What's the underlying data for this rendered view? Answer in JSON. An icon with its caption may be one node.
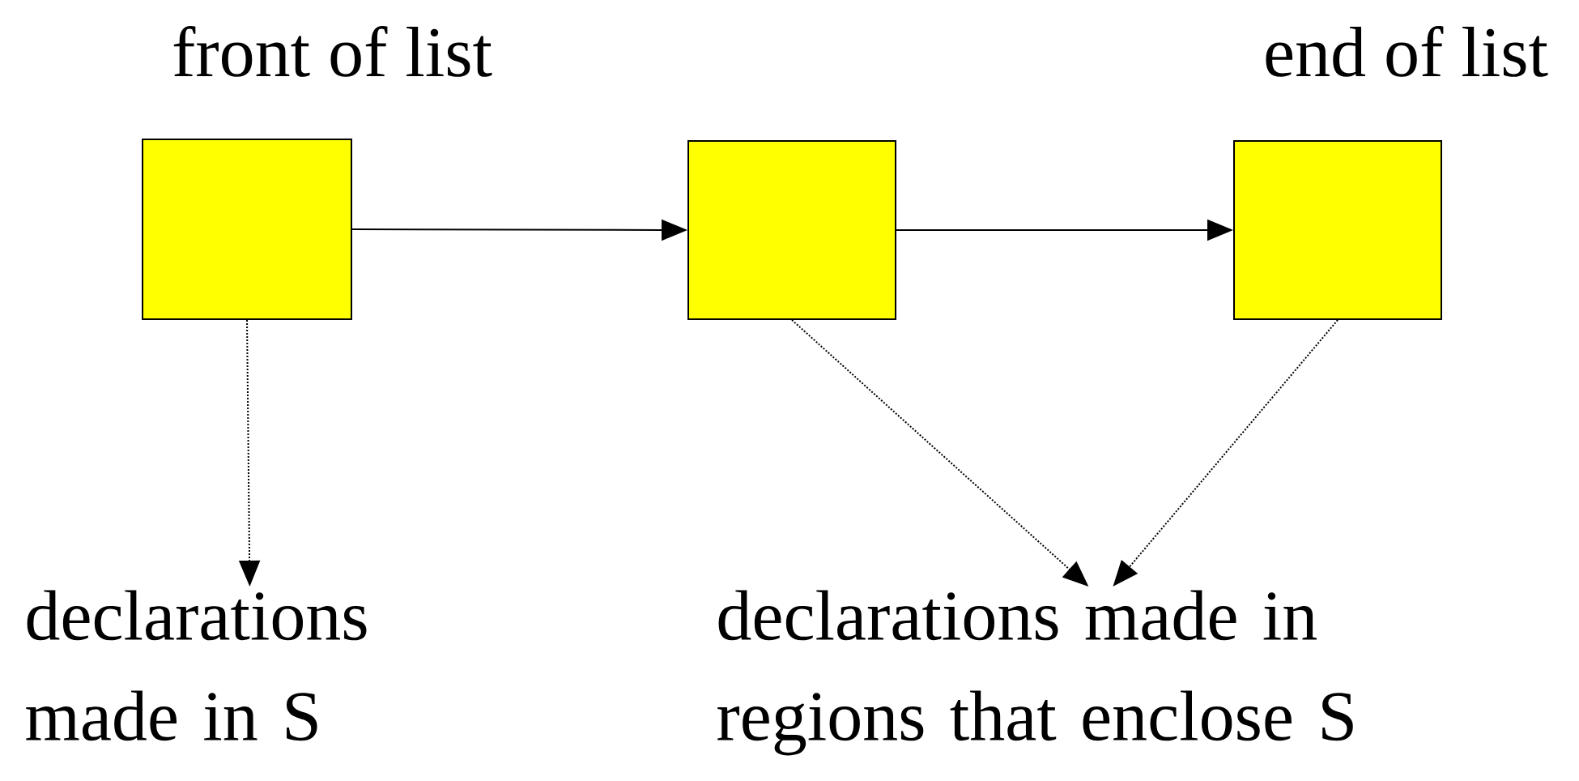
{
  "diagram": {
    "nodes": [
      {
        "text": [
          "front of list"
        ]
      },
      {
        "text": [],
        "shape": "box"
      },
      {
        "text": [
          "end of list"
        ]
      },
      {
        "text": [
          "declarations made in S"
        ]
      },
      {
        "text": [
          "declarations made in regions that enclose S"
        ]
      }
    ],
    "edges": [
      {
        "from": 0,
        "to": 1,
        "arrow": "to"
      },
      {
        "from": 1,
        "to": 2,
        "arrow": "to"
      },
      {
        "from": 0,
        "to": 3,
        "arrow": "to",
        "style": "dashed"
      },
      {
        "from": 1,
        "to": 4,
        "arrow": "to",
        "style": "dashed"
      },
      {
        "from": 2,
        "to": 4,
        "arrow": "to",
        "style": "dashed"
      }
    ]
  }
}
